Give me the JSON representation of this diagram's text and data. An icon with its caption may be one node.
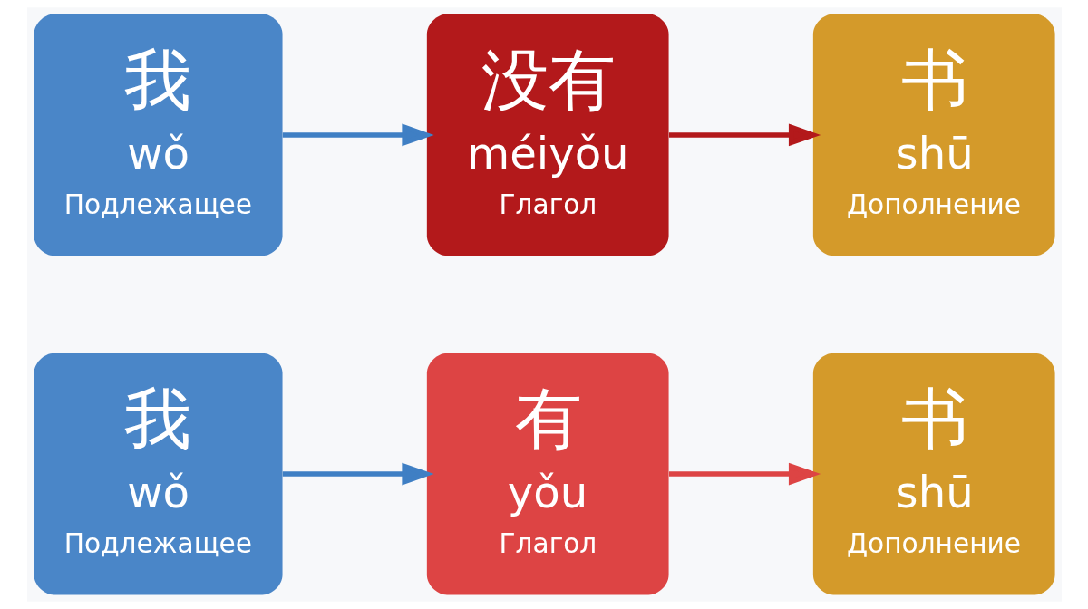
{
  "diagram": {
    "nodes": [
      {
        "text": [
          "我",
          "wǒ",
          "Подлежащее"
        ]
      },
      {
        "text": [
          "有",
          "yǒu",
          "Глагол"
        ]
      },
      {
        "text": [
          "书",
          "shū",
          "Дополнение"
        ]
      },
      {
        "text": [
          "我",
          "wǒ",
          "Подлежащее"
        ]
      },
      {
        "text": [
          "没有",
          "méiyǒu",
          "Глагол"
        ]
      },
      {
        "text": [
          "书",
          "shū",
          "Дополнение"
        ]
      }
    ],
    "edges": [
      {
        "from": 0,
        "to": 1,
        "arrow": "to",
        "color": "#3f7fc4"
      },
      {
        "from": 1,
        "to": 2,
        "arrow": "to",
        "color": "#dd4444"
      },
      {
        "from": 3,
        "to": 4,
        "arrow": "to",
        "color": "#3f7fc4"
      },
      {
        "from": 4,
        "to": 5,
        "arrow": "to",
        "color": "#b3191b"
      }
    ]
  }
}
